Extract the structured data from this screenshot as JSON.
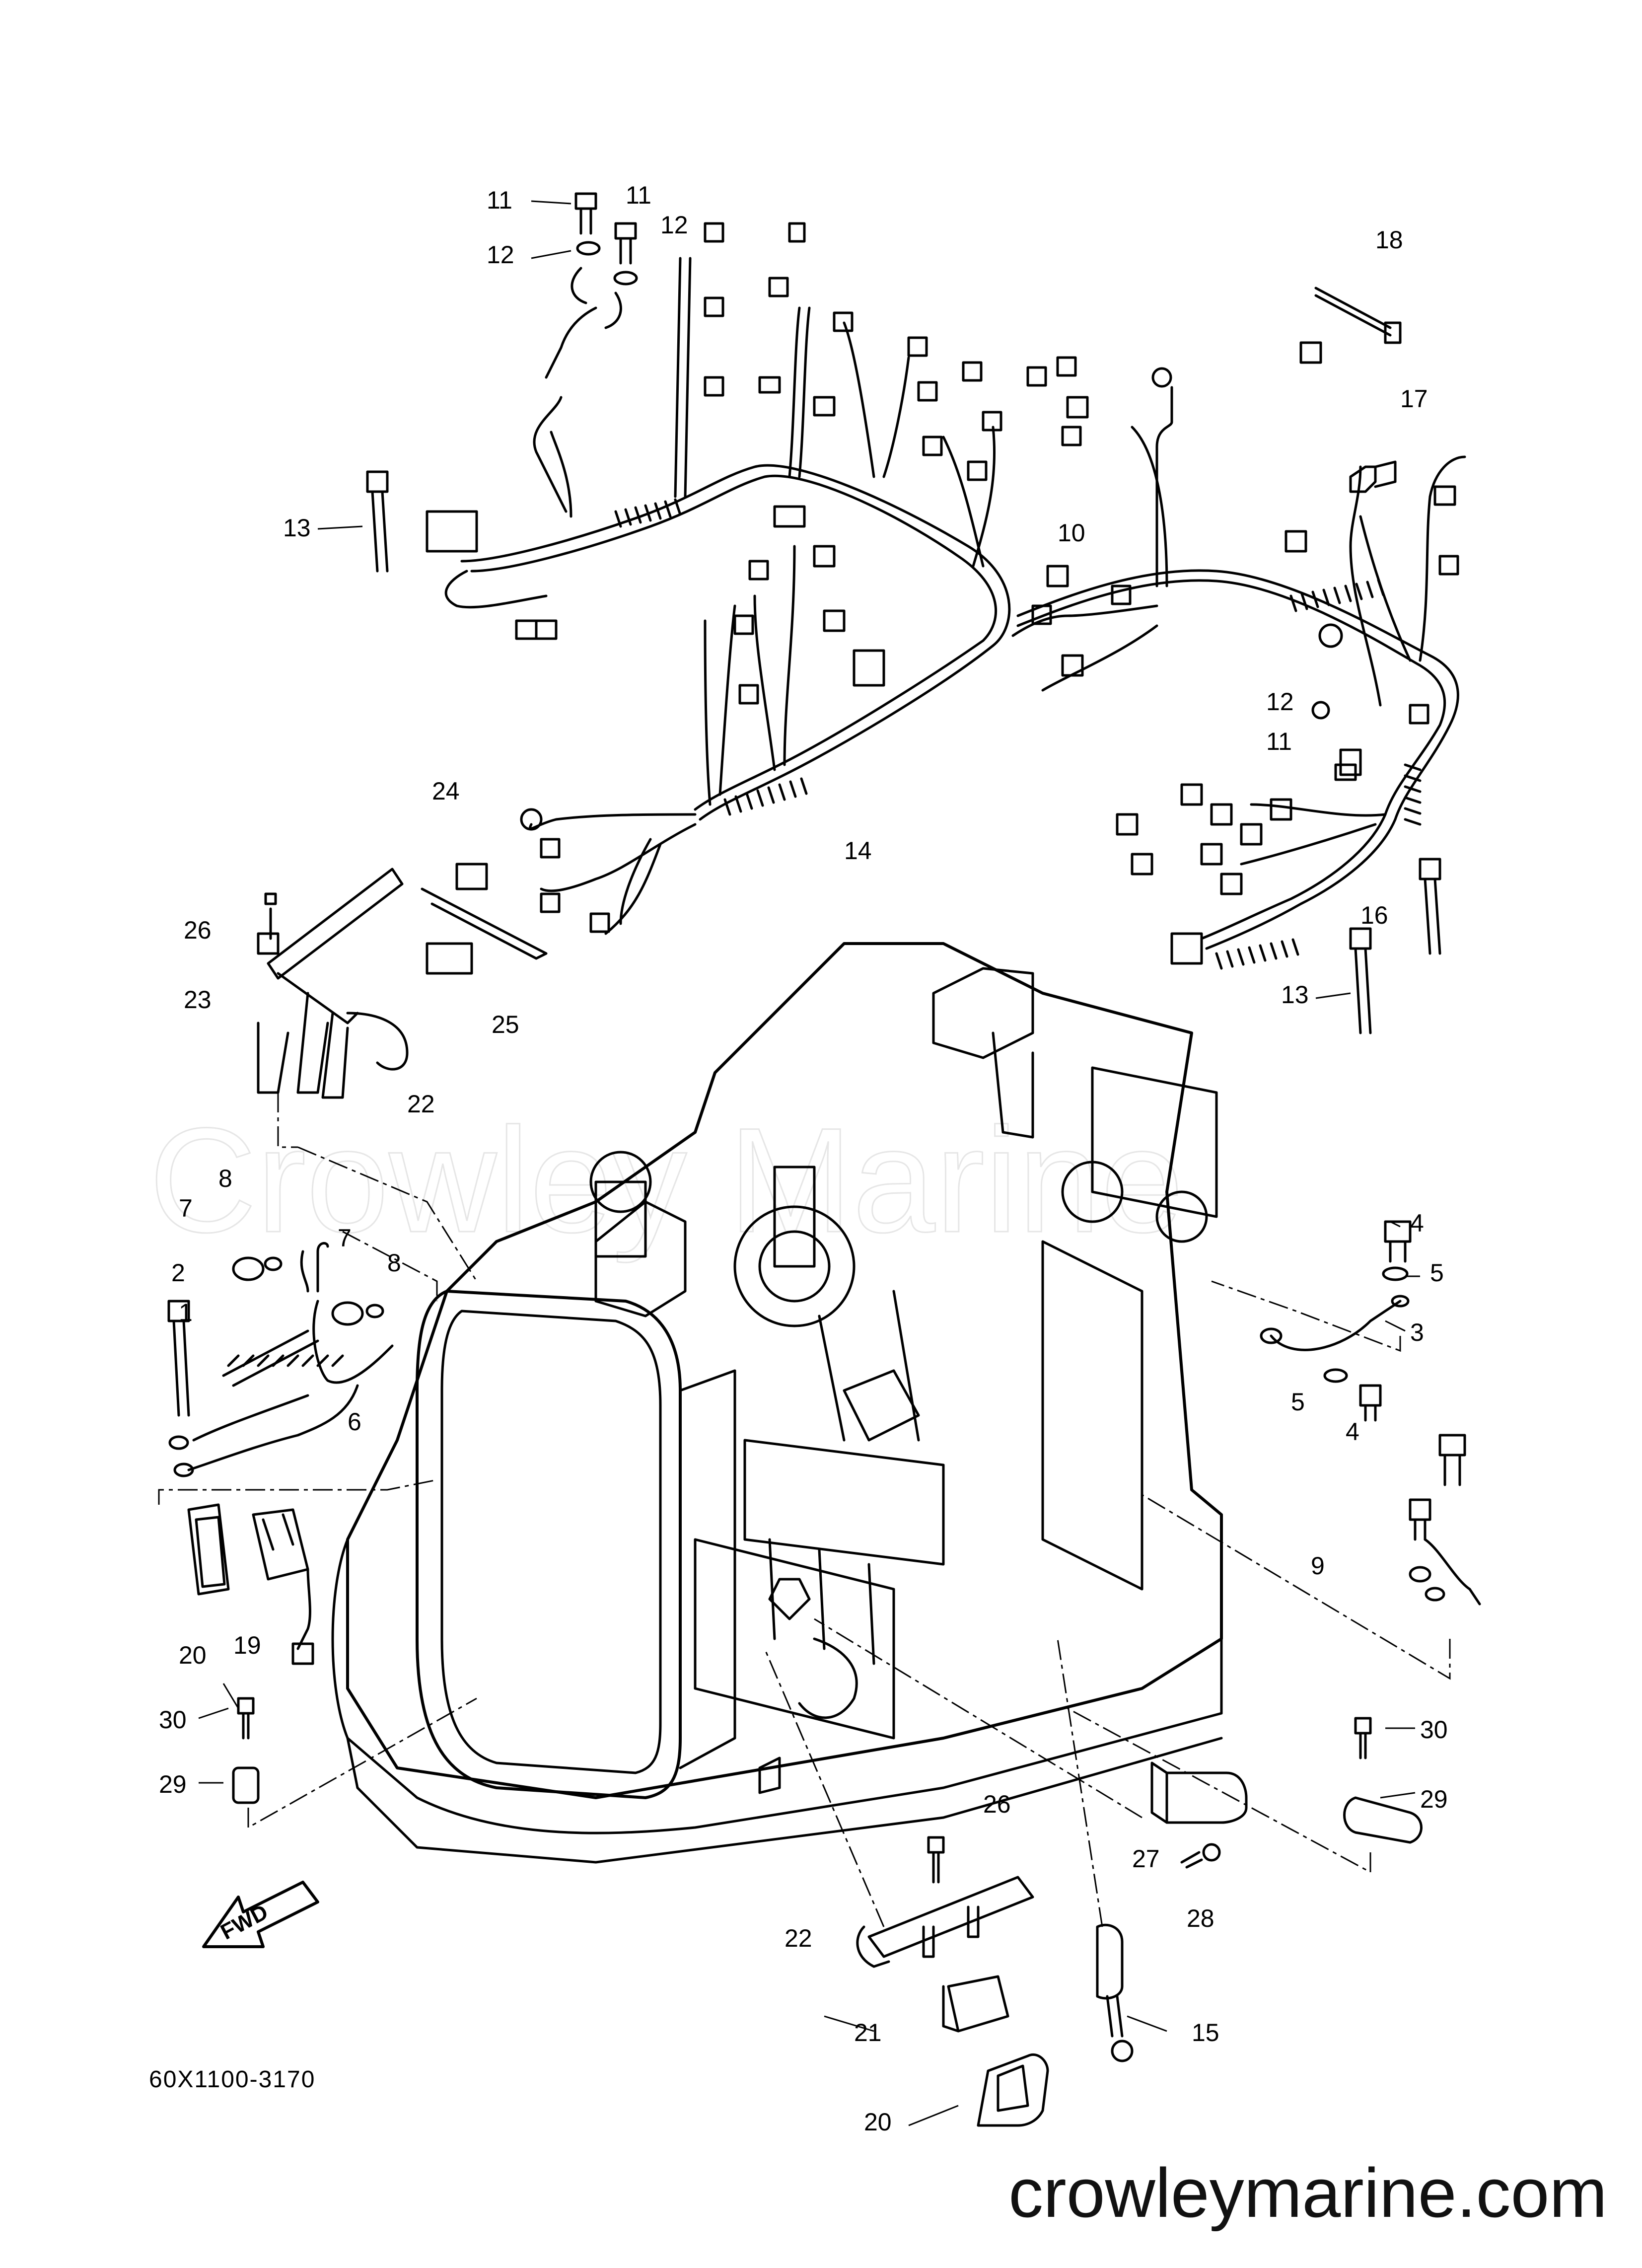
{
  "diagram": {
    "part_code": "60X1100-3170",
    "website": "crowleymarine.com",
    "watermark": "Crowley Marine",
    "fwd_label": "FWD",
    "callouts": [
      {
        "n": "1"
      },
      {
        "n": "2"
      },
      {
        "n": "3"
      },
      {
        "n": "4"
      },
      {
        "n": "4"
      },
      {
        "n": "5"
      },
      {
        "n": "5"
      },
      {
        "n": "6"
      },
      {
        "n": "7"
      },
      {
        "n": "7"
      },
      {
        "n": "8"
      },
      {
        "n": "8"
      },
      {
        "n": "9"
      },
      {
        "n": "10"
      },
      {
        "n": "11"
      },
      {
        "n": "11"
      },
      {
        "n": "11"
      },
      {
        "n": "12"
      },
      {
        "n": "12"
      },
      {
        "n": "12"
      },
      {
        "n": "13"
      },
      {
        "n": "13"
      },
      {
        "n": "14"
      },
      {
        "n": "15"
      },
      {
        "n": "16"
      },
      {
        "n": "17"
      },
      {
        "n": "18"
      },
      {
        "n": "19"
      },
      {
        "n": "20"
      },
      {
        "n": "20"
      },
      {
        "n": "21"
      },
      {
        "n": "22"
      },
      {
        "n": "22"
      },
      {
        "n": "23"
      },
      {
        "n": "24"
      },
      {
        "n": "25"
      },
      {
        "n": "26"
      },
      {
        "n": "26"
      },
      {
        "n": "27"
      },
      {
        "n": "28"
      },
      {
        "n": "29"
      },
      {
        "n": "29"
      },
      {
        "n": "30"
      },
      {
        "n": "30"
      }
    ]
  }
}
